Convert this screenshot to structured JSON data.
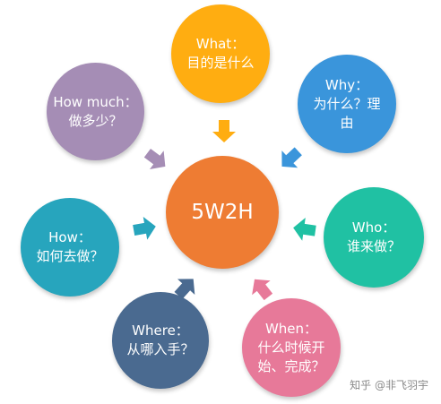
{
  "center": {
    "label": "5W2H",
    "color": "#EE7C33"
  },
  "nodes": [
    {
      "id": "what",
      "line1": "What：",
      "line2": "目的是什么",
      "color": "#FFAD11"
    },
    {
      "id": "why",
      "line1": "Why：",
      "line2": "为什么？理",
      "line3": "由",
      "color": "#3A95DB"
    },
    {
      "id": "who",
      "line1": "Who：",
      "line2": "谁来做？",
      "color": "#20C1A3"
    },
    {
      "id": "when",
      "line1": "When：",
      "line2": "什么时候开",
      "line3": "始、完成？",
      "color": "#E77999"
    },
    {
      "id": "where",
      "line1": "Where：",
      "line2": "从哪入手？",
      "color": "#4A6A90"
    },
    {
      "id": "how",
      "line1": "How：",
      "line2": "如何去做？",
      "color": "#27A5BD"
    },
    {
      "id": "howmuch",
      "line1": "How much：",
      "line2": "做多少？",
      "color": "#A58DB5"
    }
  ],
  "watermark": "知乎 @非飞羽宇"
}
